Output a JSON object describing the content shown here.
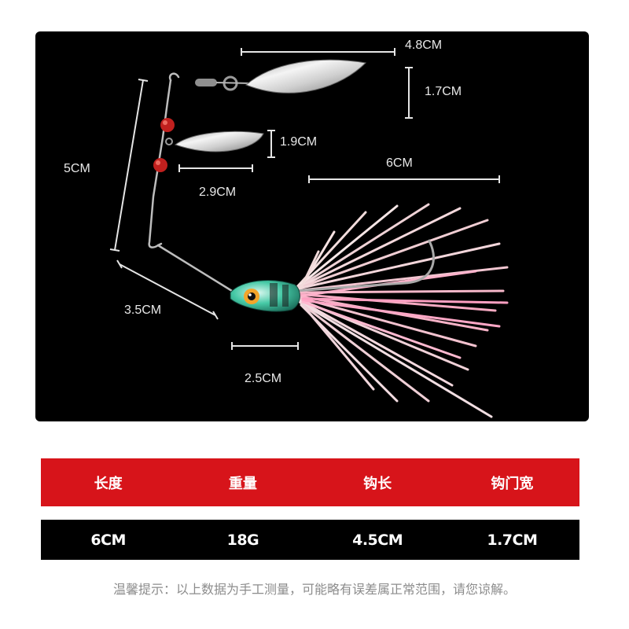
{
  "dimensions": {
    "blade_large_length": "4.8CM",
    "blade_large_width": "1.7CM",
    "blade_small_width": "1.9CM",
    "blade_small_length": "2.9CM",
    "frame_height": "5CM",
    "skirt_length": "6CM",
    "lower_arm": "3.5CM",
    "head_length": "2.5CM"
  },
  "spec_table": {
    "headers": [
      "长度",
      "重量",
      "钩长",
      "钩门宽"
    ],
    "values": [
      "6CM",
      "18G",
      "4.5CM",
      "1.7CM"
    ]
  },
  "notice": "温馨提示：以上数据为手工测量，可能略有误差属正常范围，请您谅解。",
  "colors": {
    "header_bg": "#d7141a",
    "values_bg": "#000000",
    "photo_bg": "#000000"
  }
}
